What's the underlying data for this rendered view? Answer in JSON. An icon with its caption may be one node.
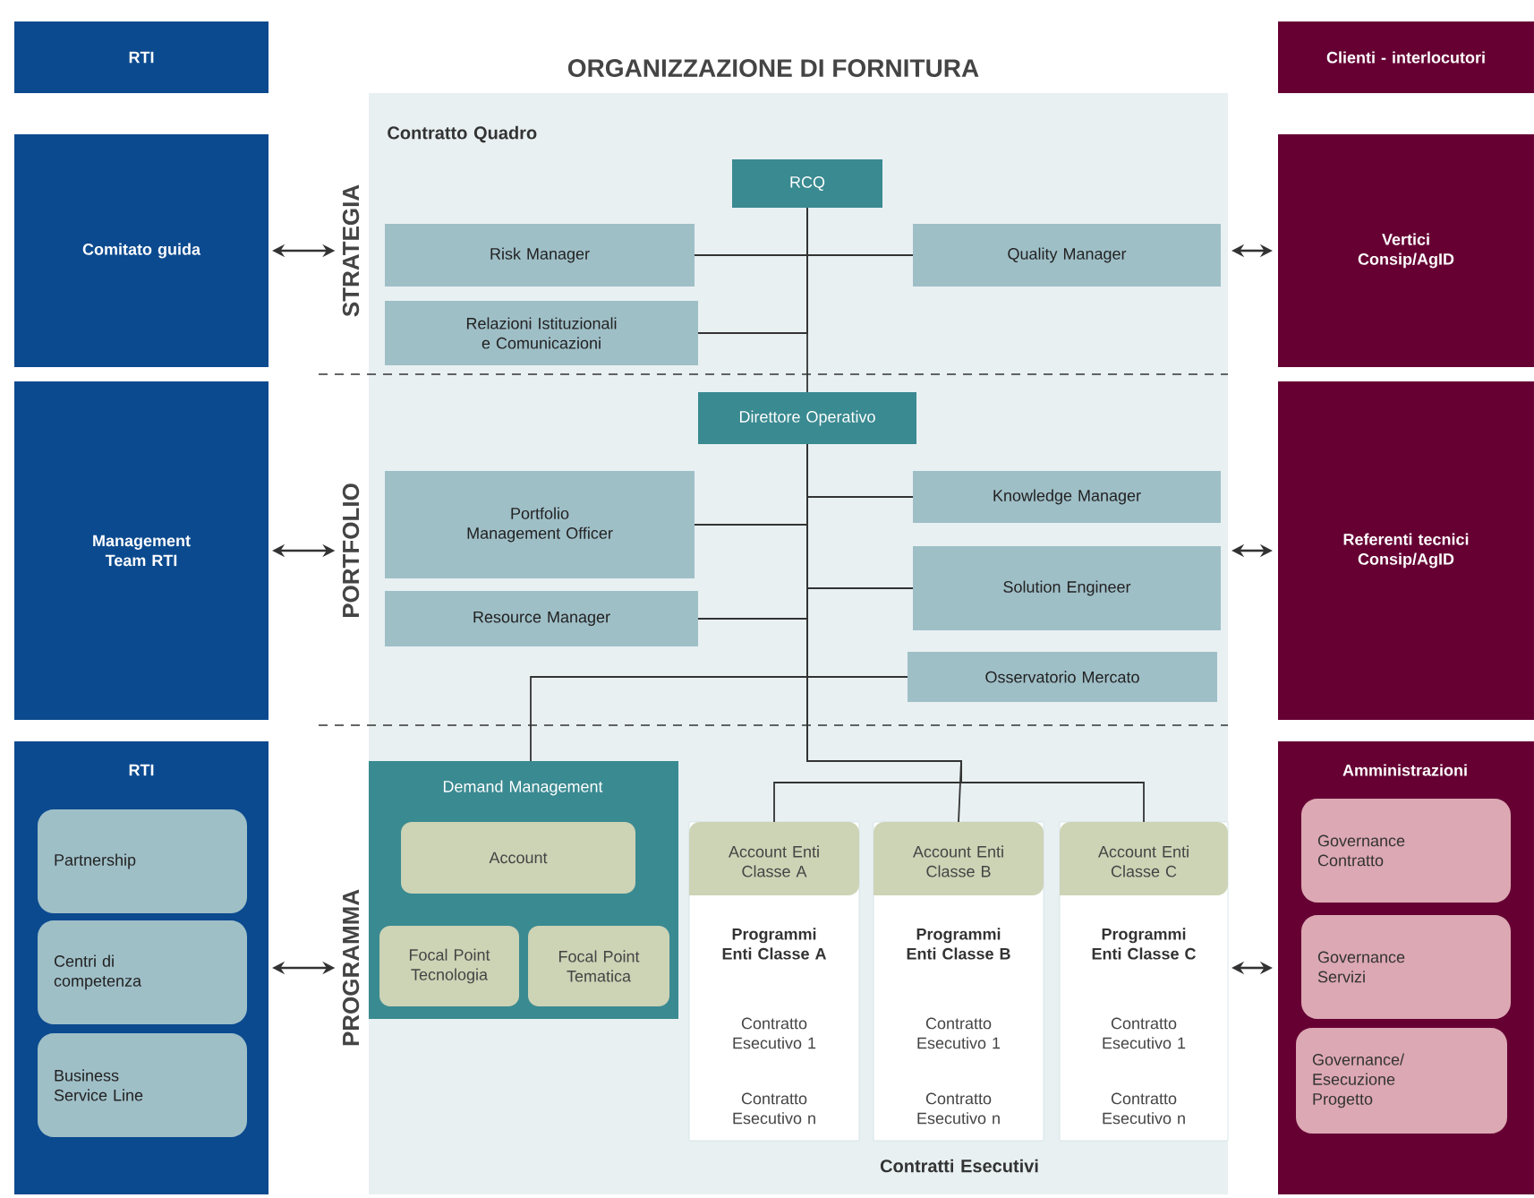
{
  "diagram": {
    "title": "ORGANIZZAZIONE DI FORNITURA",
    "nodes": [
      {
        "text": [
          "RTI"
        ]
      },
      {
        "text": [
          "Clienti - interlocutori"
        ]
      },
      {
        "text": [
          "Contratto Quadro",
          "Contratti Esecutivi"
        ]
      },
      {
        "text": [
          "RCQ"
        ],
        "in": 2
      },
      {
        "text": [
          "Risk Manager"
        ],
        "in": 2
      },
      {
        "text": [
          "Quality Manager"
        ],
        "in": 2
      },
      {
        "text": [
          "Relazioni Istituzionali e Comunicazioni"
        ],
        "in": 2
      },
      {
        "text": [
          "Direttore Operativo"
        ],
        "in": 2
      },
      {
        "text": [
          "Portfolio Management Officer"
        ],
        "in": 2
      },
      {
        "text": [
          "Knowledge Manager"
        ],
        "in": 2
      },
      {
        "text": [
          "Resource Manager"
        ],
        "in": 2
      },
      {
        "text": [
          "Solution Engineer"
        ],
        "in": 2
      },
      {
        "text": [
          "Osservatorio Mercato"
        ],
        "in": 2
      },
      {
        "text": [
          "Demand Management"
        ],
        "in": 2
      },
      {
        "text": [
          "Account"
        ],
        "in": 13
      },
      {
        "text": [
          "Focal Point Tecnologia"
        ],
        "in": 13
      },
      {
        "text": [
          "Focal Point Tematica"
        ],
        "in": 13
      },
      {
        "text": [
          "Account Enti Classe A",
          "Programmi Enti Classe A",
          "Contratto Esecutivo 1",
          "Contratto Esecutivo n"
        ],
        "in": 2
      },
      {
        "text": [
          "Account Enti Classe B",
          "Programmi Enti Classe B",
          "Contratto Esecutivo 1",
          "Contratto Esecutivo n"
        ],
        "in": 2
      },
      {
        "text": [
          "Account Enti Classe C",
          "Programmi Enti Classe C",
          "Contratto Esecutivo 1",
          "Contratto Esecutivo n"
        ],
        "in": 2
      },
      {
        "text": [
          "Comitato guida"
        ]
      },
      {
        "text": [
          "Management Team RTI"
        ]
      },
      {
        "text": [
          "RTI"
        ]
      },
      {
        "text": [
          "Partnership"
        ],
        "in": 22
      },
      {
        "text": [
          "Centri di competenza"
        ],
        "in": 22
      },
      {
        "text": [
          "Business Service Line"
        ],
        "in": 22
      },
      {
        "text": [
          "Vertici Consip/AgID"
        ]
      },
      {
        "text": [
          "Referenti tecnici Consip/AgID"
        ]
      },
      {
        "text": [
          "Amministrazioni"
        ]
      },
      {
        "text": [
          "Governance Contratto"
        ],
        "in": 28
      },
      {
        "text": [
          "Governance Servizi"
        ],
        "in": 28
      },
      {
        "text": [
          "Governance/ Esecuzione Progetto"
        ],
        "in": 28
      },
      {
        "text": [
          "STRATEGIA"
        ]
      },
      {
        "text": [
          "PORTFOLIO"
        ]
      },
      {
        "text": [
          "PROGRAMMA"
        ]
      }
    ],
    "edges": [
      {
        "from": 3,
        "to": 4,
        "arrow": "none"
      },
      {
        "from": 3,
        "to": 5,
        "arrow": "none"
      },
      {
        "from": 3,
        "to": 6,
        "arrow": "none"
      },
      {
        "from": 3,
        "to": 7,
        "arrow": "none"
      },
      {
        "from": 7,
        "to": 8,
        "arrow": "none"
      },
      {
        "from": 7,
        "to": 9,
        "arrow": "none"
      },
      {
        "from": 7,
        "to": 10,
        "arrow": "none"
      },
      {
        "from": 7,
        "to": 11,
        "arrow": "none"
      },
      {
        "from": 7,
        "to": 12,
        "arrow": "none"
      },
      {
        "from": 7,
        "to": 13,
        "arrow": "none"
      },
      {
        "from": 7,
        "to": 17,
        "arrow": "none"
      },
      {
        "from": 7,
        "to": 18,
        "arrow": "none"
      },
      {
        "from": 7,
        "to": 19,
        "arrow": "none"
      },
      {
        "from": 20,
        "to": 32,
        "arrow": "both"
      },
      {
        "from": 21,
        "to": 33,
        "arrow": "both"
      },
      {
        "from": 22,
        "to": 34,
        "arrow": "both"
      },
      {
        "from": 2,
        "to": 26,
        "arrow": "both"
      },
      {
        "from": 2,
        "to": 27,
        "arrow": "both"
      },
      {
        "from": 2,
        "to": 28,
        "arrow": "both"
      }
    ]
  }
}
